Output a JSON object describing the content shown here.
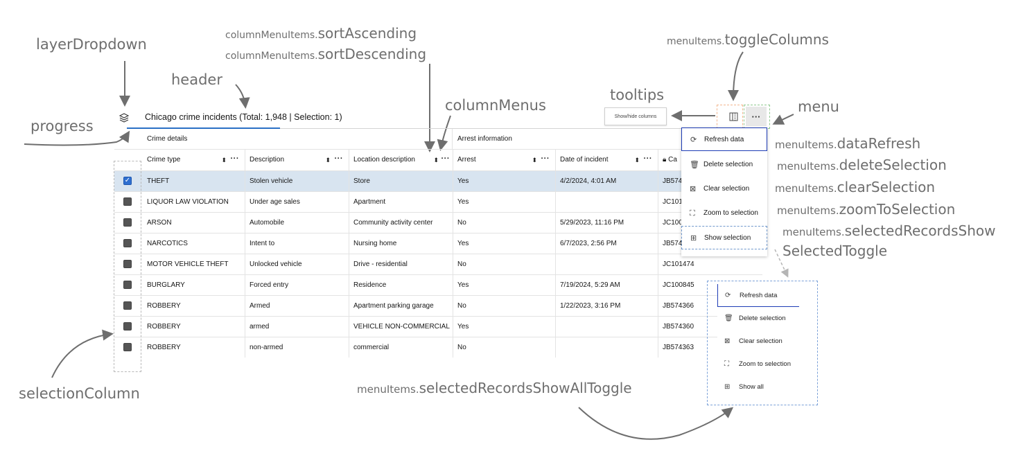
{
  "annotations": {
    "layer_dropdown": "layerDropdown",
    "header": "header",
    "progress": "progress",
    "column_menu_items_prefix_1": "columnMenuItems.",
    "column_menu_items_sort_ascending": "sortAscending",
    "column_menu_items_prefix_2": "columnMenuItems.",
    "column_menu_items_sort_descending": "sortDescending",
    "column_menus": "columnMenus",
    "tooltips": "tooltips",
    "menu_items_toggle_columns_prefix": "menuItems.",
    "menu_items_toggle_columns": "toggleColumns",
    "menu": "menu",
    "menu_items_data_refresh_prefix": "menuItems.",
    "menu_items_data_refresh": "dataRefresh",
    "menu_items_delete_selection_prefix": "menuItems.",
    "menu_items_delete_selection": "deleteSelection",
    "menu_items_clear_selection_prefix": "menuItems.",
    "menu_items_clear_selection": "clearSelection",
    "menu_items_zoom_to_selection_prefix": "menuItems.",
    "menu_items_zoom_to_selection": "zoomToSelection",
    "menu_items_show_selected_prefix": "menuItems.",
    "menu_items_show_selected_line1": "selectedRecordsShow",
    "menu_items_show_selected_line2": "SelectedToggle",
    "selection_column": "selectionColumn",
    "menu_items_show_all_prefix": "menuItems.",
    "menu_items_show_all": "selectedRecordsShowAllToggle"
  },
  "header": {
    "title": "Chicago crime incidents (Total: 1,948 | Selection: 1)",
    "layer_icon": "layers-icon",
    "progress_fraction": 0.24
  },
  "tooltip": {
    "text": "Show/hide columns"
  },
  "toolbar": {
    "toggle_columns_icon": "columns-icon",
    "menu_icon": "ellipsis-icon",
    "menu_glyph": "···"
  },
  "table": {
    "groups": [
      "Crime details",
      "Arrest information"
    ],
    "columns": [
      "Crime type",
      "Description",
      "Location description",
      "Arrest",
      "Date of incident",
      "Ca"
    ],
    "rows": [
      {
        "selected": true,
        "cells": [
          "THEFT",
          "Stolen vehicle",
          "Store",
          "Yes",
          "4/2/2024, 4:01 AM",
          "JB574"
        ]
      },
      {
        "selected": false,
        "cells": [
          "LIQUOR LAW VIOLATION",
          "Under age sales",
          "Apartment",
          "Yes",
          "",
          "JC101"
        ]
      },
      {
        "selected": false,
        "cells": [
          "ARSON",
          "Automobile",
          "Community activity center",
          "No",
          "5/29/2023, 11:16 PM",
          "JC100"
        ]
      },
      {
        "selected": false,
        "cells": [
          "NARCOTICS",
          "Intent to",
          "Nursing home",
          "Yes",
          "6/7/2023, 2:56 PM",
          "JB574"
        ]
      },
      {
        "selected": false,
        "cells": [
          "MOTOR VEHICLE THEFT",
          "Unlocked vehicle",
          "Drive - residential",
          "No",
          "",
          "JC101474"
        ]
      },
      {
        "selected": false,
        "cells": [
          "BURGLARY",
          "Forced entry",
          "Residence",
          "Yes",
          "7/19/2024, 5:29 AM",
          "JC100845"
        ]
      },
      {
        "selected": false,
        "cells": [
          "ROBBERY",
          "Armed",
          "Apartment parking garage",
          "No",
          "1/22/2023, 3:16 PM",
          "JB574366"
        ]
      },
      {
        "selected": false,
        "cells": [
          "ROBBERY",
          "armed",
          "VEHICLE NON-COMMERCIAL",
          "Yes",
          "",
          "JB574360"
        ]
      },
      {
        "selected": false,
        "cells": [
          "ROBBERY",
          "non-armed",
          "commercial",
          "No",
          "",
          "JB574363"
        ]
      }
    ]
  },
  "menu": {
    "items": [
      {
        "label": "Refresh data",
        "icon": "refresh-icon"
      },
      {
        "label": "Delete selection",
        "icon": "trash-icon"
      },
      {
        "label": "Clear selection",
        "icon": "clear-selection-icon"
      },
      {
        "label": "Zoom to selection",
        "icon": "zoom-to-selection-icon"
      },
      {
        "label": "Show selection",
        "icon": "show-selection-icon"
      }
    ]
  },
  "menu2": {
    "items": [
      {
        "label": "Refresh data",
        "icon": "refresh-icon"
      },
      {
        "label": "Delete selection",
        "icon": "trash-icon"
      },
      {
        "label": "Clear selection",
        "icon": "clear-selection-icon"
      },
      {
        "label": "Zoom to selection",
        "icon": "zoom-to-selection-icon"
      },
      {
        "label": "Show all",
        "icon": "show-all-icon"
      }
    ]
  },
  "colors": {
    "accent": "#2a6fc5",
    "selected_row": "#d8e4f0",
    "annotation": "#6e6e6e",
    "active_border": "#1c3bb5"
  }
}
